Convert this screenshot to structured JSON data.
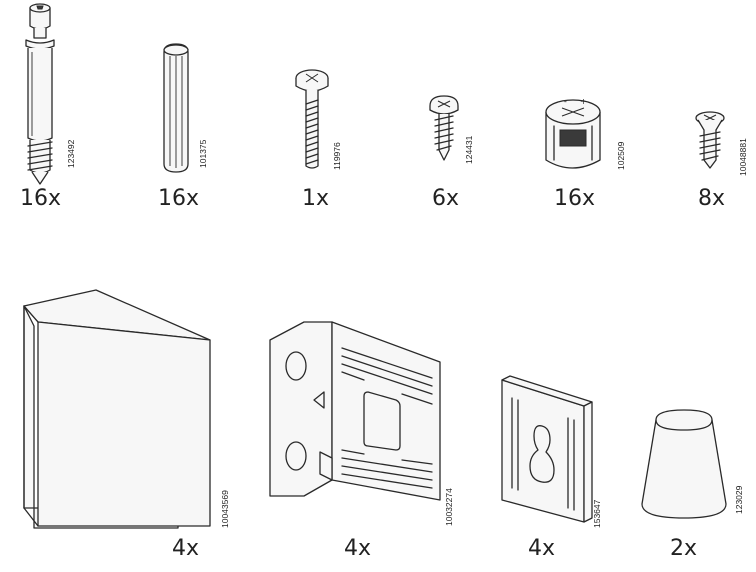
{
  "parts": [
    {
      "name": "cam-bolt",
      "code": "123492",
      "qty": "16x"
    },
    {
      "name": "wood-dowel",
      "code": "101375",
      "qty": "16x"
    },
    {
      "name": "long-bolt",
      "code": "119976",
      "qty": "1x"
    },
    {
      "name": "screw",
      "code": "124431",
      "qty": "6x"
    },
    {
      "name": "cam-lock",
      "code": "102509",
      "qty": "16x"
    },
    {
      "name": "short-screw",
      "code": "10048881",
      "qty": "8x"
    },
    {
      "name": "l-bracket",
      "code": "10043569",
      "qty": "4x"
    },
    {
      "name": "shelf-bracket",
      "code": "10032274",
      "qty": "4x"
    },
    {
      "name": "wall-plate",
      "code": "153647",
      "qty": "4x"
    },
    {
      "name": "foot",
      "code": "123029",
      "qty": "2x"
    }
  ]
}
